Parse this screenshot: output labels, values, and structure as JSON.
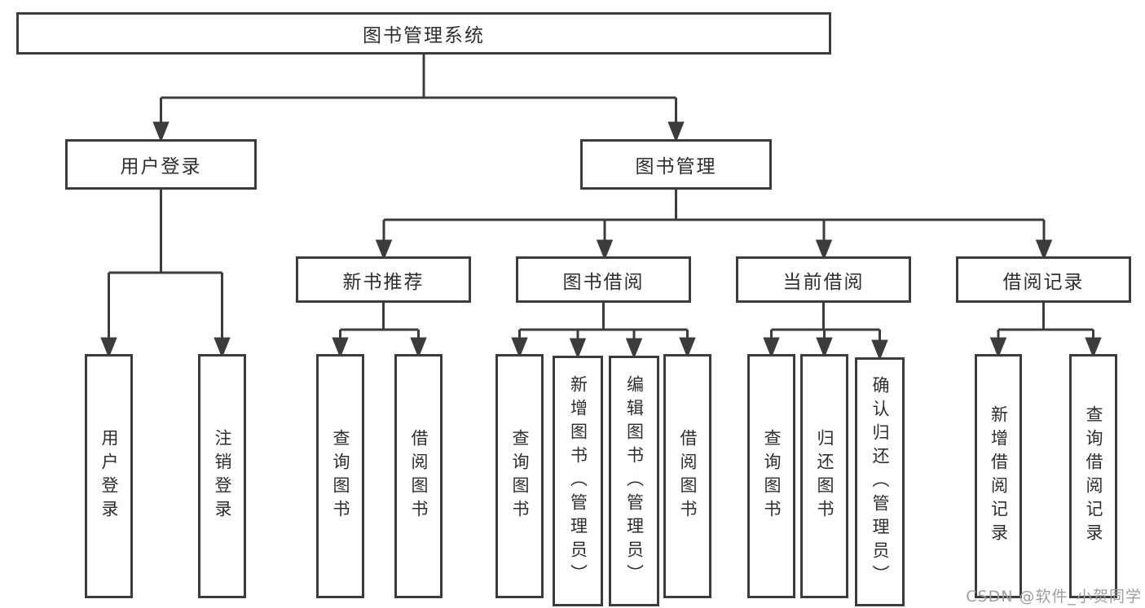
{
  "title": "图书管理系统",
  "watermark": "CSDN @软件_小贺同学",
  "colors": {
    "line": "#3c3c3c",
    "box_border": "#3c3c3c",
    "text": "#2e2e2e",
    "background": "#ffffff",
    "watermark": "#9e9e9e"
  },
  "nodes": {
    "root": {
      "label": "图书管理系统"
    },
    "user_login": {
      "label": "用户登录"
    },
    "book_mgmt": {
      "label": "图书管理"
    },
    "new_book_rec": {
      "label": "新书推荐"
    },
    "book_borrow": {
      "label": "图书借阅"
    },
    "current_borrow": {
      "label": "当前借阅"
    },
    "borrow_record": {
      "label": "借阅记录"
    },
    "leaf_user_login": {
      "label": "用户登录"
    },
    "leaf_logout": {
      "label": "注销登录"
    },
    "leaf_rec_search_book": {
      "label": "查询图书"
    },
    "leaf_rec_borrow_book": {
      "label": "借阅图书"
    },
    "leaf_bb_search_book": {
      "label": "查询图书"
    },
    "leaf_bb_add_book": {
      "label": "新增图书（管理员）"
    },
    "leaf_bb_edit_book": {
      "label": "编辑图书（管理员）"
    },
    "leaf_bb_borrow_book": {
      "label": "借阅图书"
    },
    "leaf_cb_search_book": {
      "label": "查询图书"
    },
    "leaf_cb_return_book": {
      "label": "归还图书"
    },
    "leaf_cb_confirm_return": {
      "label": "确认归还（管理员）"
    },
    "leaf_br_add_record": {
      "label": "新增借阅记录"
    },
    "leaf_br_search_record": {
      "label": "查询借阅记录"
    }
  },
  "hierarchy": {
    "图书管理系统": {
      "用户登录": [
        "用户登录",
        "注销登录"
      ],
      "图书管理": {
        "新书推荐": [
          "查询图书",
          "借阅图书"
        ],
        "图书借阅": [
          "查询图书",
          "新增图书（管理员）",
          "编辑图书（管理员）",
          "借阅图书"
        ],
        "当前借阅": [
          "查询图书",
          "归还图书",
          "确认归还（管理员）"
        ],
        "借阅记录": [
          "新增借阅记录",
          "查询借阅记录"
        ]
      }
    }
  }
}
